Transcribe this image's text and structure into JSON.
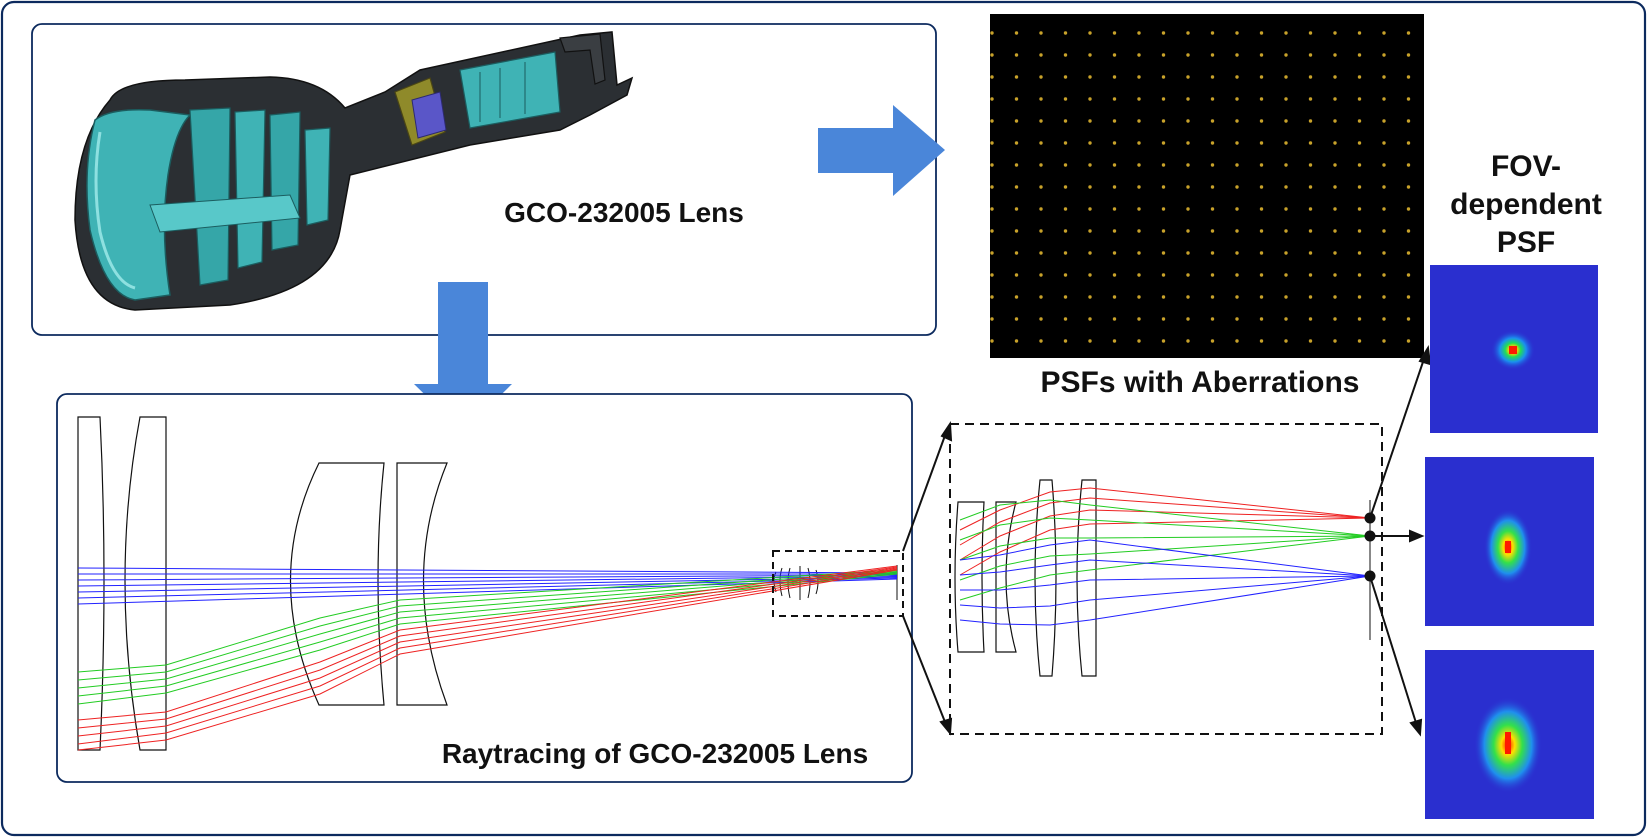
{
  "labels": {
    "lens_name": "GCO-232005 Lens",
    "raytracing": "Raytracing of GCO-232005 Lens",
    "psfs": "PSFs with Aberrations",
    "fov_line1": "FOV-",
    "fov_line2": "dependent",
    "fov_line3": "PSF"
  },
  "colors": {
    "frame": "#0c2a5e",
    "arrow": "#4a86d9",
    "lens_glass": "#3fb3b5",
    "lens_body": "#2b2f33",
    "ray_blue": "#2222ff",
    "ray_green": "#22cc22",
    "ray_red": "#ee2222",
    "psf_background": "#2a2fcf"
  },
  "icons": {
    "arrow_right": "arrow-right-icon",
    "arrow_down": "arrow-down-icon"
  }
}
